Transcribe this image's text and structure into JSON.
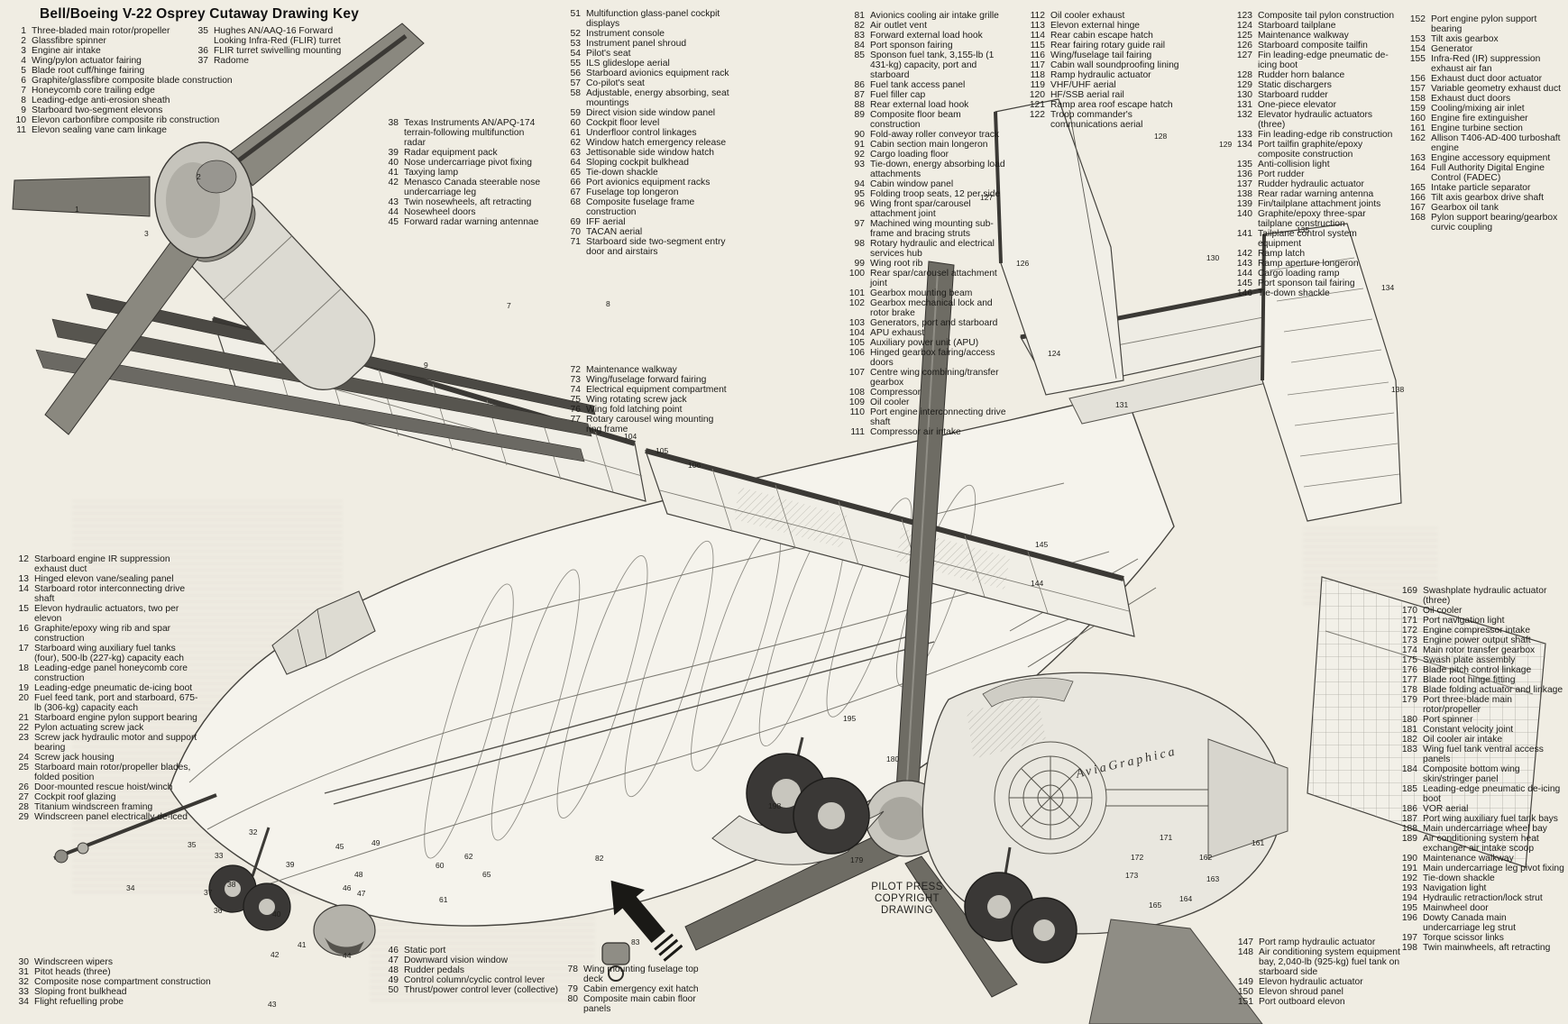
{
  "title": "Bell/Boeing V-22 Osprey Cutaway Drawing Key",
  "credit": {
    "lines": [
      "PILOT PRESS",
      "COPYRIGHT",
      "DRAWING"
    ]
  },
  "signature": "AviaGraphica",
  "colors": {
    "paper": "#f0ede3",
    "ink": "#1b1a17",
    "drawing_line": "#45433e",
    "blade_gray": "#6e6c64",
    "metal_gray": "#c9c7bf",
    "dark_detail": "#1a1916"
  },
  "key_groups": {
    "g01_11": {
      "items": [
        [
          1,
          "Three-bladed main rotor/propeller"
        ],
        [
          2,
          "Glassfibre spinner"
        ],
        [
          3,
          "Engine air intake"
        ],
        [
          4,
          "Wing/pylon actuator fairing"
        ],
        [
          5,
          "Blade root cuff/hinge fairing"
        ],
        [
          6,
          "Graphite/glassfibre composite blade construction"
        ],
        [
          7,
          "Honeycomb core trailing edge"
        ],
        [
          8,
          "Leading-edge anti-erosion sheath"
        ],
        [
          9,
          "Starboard two-segment elevons"
        ],
        [
          10,
          "Elevon carbonfibre composite rib construction"
        ],
        [
          11,
          "Elevon sealing vane cam linkage"
        ]
      ]
    },
    "g35_37": {
      "items": [
        [
          35,
          "Hughes AN/AAQ-16 Forward Looking Infra-Red (FLIR) turret"
        ],
        [
          36,
          "FLIR turret swivelling mounting"
        ],
        [
          37,
          "Radome"
        ]
      ]
    },
    "g38_45": {
      "items": [
        [
          38,
          "Texas Instruments AN/APQ-174 terrain-following multifunction radar"
        ],
        [
          39,
          "Radar equipment pack"
        ],
        [
          40,
          "Nose undercarriage pivot fixing"
        ],
        [
          41,
          "Taxying lamp"
        ],
        [
          42,
          "Menasco Canada steerable nose undercarriage leg"
        ],
        [
          43,
          "Twin nosewheels, aft retracting"
        ],
        [
          44,
          "Nosewheel doors"
        ],
        [
          45,
          "Forward radar warning antennae"
        ]
      ]
    },
    "g51_71": {
      "items": [
        [
          51,
          "Multifunction glass-panel cockpit displays"
        ],
        [
          52,
          "Instrument console"
        ],
        [
          53,
          "Instrument panel shroud"
        ],
        [
          54,
          "Pilot's seat"
        ],
        [
          55,
          "ILS glideslope aerial"
        ],
        [
          56,
          "Starboard avionics equipment rack"
        ],
        [
          57,
          "Co-pilot's seat"
        ],
        [
          58,
          "Adjustable, energy absorbing, seat mountings"
        ],
        [
          59,
          "Direct vision side window panel"
        ],
        [
          60,
          "Cockpit floor level"
        ],
        [
          61,
          "Underfloor control linkages"
        ],
        [
          62,
          "Window hatch emergency release"
        ],
        [
          63,
          "Jettisonable side window hatch"
        ],
        [
          64,
          "Sloping cockpit bulkhead"
        ],
        [
          65,
          "Tie-down shackle"
        ],
        [
          66,
          "Port avionics equipment racks"
        ],
        [
          67,
          "Fuselage top longeron"
        ],
        [
          68,
          "Composite fuselage frame construction"
        ],
        [
          69,
          "IFF aerial"
        ],
        [
          70,
          "TACAN aerial"
        ],
        [
          71,
          "Starboard side two-segment entry door and airstairs"
        ]
      ]
    },
    "g72_77": {
      "items": [
        [
          72,
          "Maintenance walkway"
        ],
        [
          73,
          "Wing/fuselage forward fairing"
        ],
        [
          74,
          "Electrical equipment compartment"
        ],
        [
          75,
          "Wing rotating screw jack"
        ],
        [
          76,
          "Wing fold latching point"
        ],
        [
          77,
          "Rotary carousel wing mounting ring frame"
        ]
      ]
    },
    "g81_111": {
      "items": [
        [
          81,
          "Avionics cooling air intake grille"
        ],
        [
          82,
          "Air outlet vent"
        ],
        [
          83,
          "Forward external load hook"
        ],
        [
          84,
          "Port sponson fairing"
        ],
        [
          85,
          "Sponson fuel tank, 3,155-lb (1 431-kg) capacity, port and starboard"
        ],
        [
          86,
          "Fuel tank access panel"
        ],
        [
          87,
          "Fuel filler cap"
        ],
        [
          88,
          "Rear external load hook"
        ],
        [
          89,
          "Composite floor beam construction"
        ],
        [
          90,
          "Fold-away roller conveyor track"
        ],
        [
          91,
          "Cabin section main longeron"
        ],
        [
          92,
          "Cargo loading floor"
        ],
        [
          93,
          "Tie-down, energy absorbing load attachments"
        ],
        [
          94,
          "Cabin window panel"
        ],
        [
          95,
          "Folding troop seats, 12 per side"
        ],
        [
          96,
          "Wing front spar/carousel attachment joint"
        ],
        [
          97,
          "Machined wing mounting sub-frame and bracing struts"
        ],
        [
          98,
          "Rotary hydraulic and electrical services hub"
        ],
        [
          99,
          "Wing root rib"
        ],
        [
          100,
          "Rear spar/carousel attachment joint"
        ],
        [
          101,
          "Gearbox mounting beam"
        ],
        [
          102,
          "Gearbox mechanical lock and rotor brake"
        ],
        [
          103,
          "Generators, port and starboard"
        ],
        [
          104,
          "APU exhaust"
        ],
        [
          105,
          "Auxiliary power unit (APU)"
        ],
        [
          106,
          "Hinged gearbox fairing/access doors"
        ],
        [
          107,
          "Centre wing combining/transfer gearbox"
        ],
        [
          108,
          "Compressor"
        ],
        [
          109,
          "Oil cooler"
        ],
        [
          110,
          "Port engine interconnecting drive shaft"
        ],
        [
          111,
          "Compressor air intake"
        ]
      ]
    },
    "g112_122": {
      "items": [
        [
          112,
          "Oil cooler exhaust"
        ],
        [
          113,
          "Elevon external hinge"
        ],
        [
          114,
          "Rear cabin escape hatch"
        ],
        [
          115,
          "Rear fairing rotary guide rail"
        ],
        [
          116,
          "Wing/fuselage tail fairing"
        ],
        [
          117,
          "Cabin wall soundproofing lining"
        ],
        [
          118,
          "Ramp hydraulic actuator"
        ],
        [
          119,
          "VHF/UHF aerial"
        ],
        [
          120,
          "HF/SSB aerial rail"
        ],
        [
          121,
          "Ramp area roof escape hatch"
        ],
        [
          122,
          "Troop commander's communications aerial"
        ]
      ]
    },
    "g123_146": {
      "items": [
        [
          123,
          "Composite tail pylon construction"
        ],
        [
          124,
          "Starboard tailplane"
        ],
        [
          125,
          "Maintenance walkway"
        ],
        [
          126,
          "Starboard composite tailfin"
        ],
        [
          127,
          "Fin leading-edge pneumatic de-icing boot"
        ],
        [
          128,
          "Rudder horn balance"
        ],
        [
          129,
          "Static dischargers"
        ],
        [
          130,
          "Starboard rudder"
        ],
        [
          131,
          "One-piece elevator"
        ],
        [
          132,
          "Elevator hydraulic actuators (three)"
        ],
        [
          133,
          "Fin leading-edge rib construction"
        ],
        [
          134,
          "Port tailfin graphite/epoxy composite construction"
        ],
        [
          135,
          "Anti-collision light"
        ],
        [
          136,
          "Port rudder"
        ],
        [
          137,
          "Rudder hydraulic actuator"
        ],
        [
          138,
          "Rear radar warning antenna"
        ],
        [
          139,
          "Fin/tailplane attachment joints"
        ],
        [
          140,
          "Graphite/epoxy three-spar tailplane construction"
        ],
        [
          141,
          "Tailplane control system equipment"
        ],
        [
          142,
          "Ramp latch"
        ],
        [
          143,
          "Ramp aperture longeron"
        ],
        [
          144,
          "Cargo loading ramp"
        ],
        [
          145,
          "Port sponson tail fairing"
        ],
        [
          146,
          "Tie-down shackle"
        ]
      ]
    },
    "g152_168": {
      "items": [
        [
          152,
          "Port engine pylon support bearing"
        ],
        [
          153,
          "Tilt axis gearbox"
        ],
        [
          154,
          "Generator"
        ],
        [
          155,
          "Infra-Red (IR) suppression exhaust air fan"
        ],
        [
          156,
          "Exhaust duct door actuator"
        ],
        [
          157,
          "Variable geometry exhaust duct"
        ],
        [
          158,
          "Exhaust duct doors"
        ],
        [
          159,
          "Cooling/mixing air inlet"
        ],
        [
          160,
          "Engine fire extinguisher"
        ],
        [
          161,
          "Engine turbine section"
        ],
        [
          162,
          "Allison T406-AD-400 turboshaft engine"
        ],
        [
          163,
          "Engine accessory equipment"
        ],
        [
          164,
          "Full Authority Digital Engine Control (FADEC)"
        ],
        [
          165,
          "Intake particle separator"
        ],
        [
          166,
          "Tilt axis gearbox drive shaft"
        ],
        [
          167,
          "Gearbox oil tank"
        ],
        [
          168,
          "Pylon support bearing/gearbox curvic coupling"
        ]
      ]
    },
    "g169_198": {
      "items": [
        [
          169,
          "Swashplate hydraulic actuator (three)"
        ],
        [
          170,
          "Oil cooler"
        ],
        [
          171,
          "Port navigation light"
        ],
        [
          172,
          "Engine compressor intake"
        ],
        [
          173,
          "Engine power output shaft"
        ],
        [
          174,
          "Main rotor transfer gearbox"
        ],
        [
          175,
          "Swash plate assembly"
        ],
        [
          176,
          "Blade pitch control linkage"
        ],
        [
          177,
          "Blade root hinge fitting"
        ],
        [
          178,
          "Blade folding actuator and linkage"
        ],
        [
          179,
          "Port three-blade main rotor/propeller"
        ],
        [
          180,
          "Port spinner"
        ],
        [
          181,
          "Constant velocity joint"
        ],
        [
          182,
          "Oil cooler air intake"
        ],
        [
          183,
          "Wing fuel tank ventral access panels"
        ],
        [
          184,
          "Composite bottom wing skin/stringer panel"
        ],
        [
          185,
          "Leading-edge pneumatic de-icing boot"
        ],
        [
          186,
          "VOR aerial"
        ],
        [
          187,
          "Port wing auxiliary fuel tank bays"
        ],
        [
          188,
          "Main undercarriage wheel bay"
        ],
        [
          189,
          "Air conditioning system heat exchanger air intake scoop"
        ],
        [
          190,
          "Maintenance walkway"
        ],
        [
          191,
          "Main undercarriage leg pivot fixing"
        ],
        [
          192,
          "Tie-down shackle"
        ],
        [
          193,
          "Navigation light"
        ],
        [
          194,
          "Hydraulic retraction/lock strut"
        ],
        [
          195,
          "Mainwheel door"
        ],
        [
          196,
          "Dowty Canada main undercarriage leg strut"
        ],
        [
          197,
          "Torque scissor links"
        ],
        [
          198,
          "Twin mainwheels, aft retracting"
        ]
      ]
    },
    "g12_29": {
      "items": [
        [
          12,
          "Starboard engine IR suppression exhaust duct"
        ],
        [
          13,
          "Hinged elevon vane/sealing panel"
        ],
        [
          14,
          "Starboard rotor interconnecting drive shaft"
        ],
        [
          15,
          "Elevon hydraulic actuators, two per elevon"
        ],
        [
          16,
          "Graphite/epoxy wing rib and spar construction"
        ],
        [
          17,
          "Starboard wing auxiliary fuel tanks (four), 500-lb (227-kg) capacity each"
        ],
        [
          18,
          "Leading-edge panel honeycomb core construction"
        ],
        [
          19,
          "Leading-edge pneumatic de-icing boot"
        ],
        [
          20,
          "Fuel feed tank, port and starboard, 675-lb (306-kg) capacity each"
        ],
        [
          21,
          "Starboard engine pylon support bearing"
        ],
        [
          22,
          "Pylon actuating screw jack"
        ],
        [
          23,
          "Screw jack hydraulic motor and support bearing"
        ],
        [
          24,
          "Screw jack housing"
        ],
        [
          25,
          "Starboard main rotor/propeller blades, folded position"
        ],
        [
          26,
          "Door-mounted rescue hoist/winch"
        ],
        [
          27,
          "Cockpit roof glazing"
        ],
        [
          28,
          "Titanium windscreen framing"
        ],
        [
          29,
          "Windscreen panel electrically de-iced"
        ]
      ]
    },
    "g30_34": {
      "items": [
        [
          30,
          "Windscreen wipers"
        ],
        [
          31,
          "Pitot heads (three)"
        ],
        [
          32,
          "Composite nose compartment construction"
        ],
        [
          33,
          "Sloping front bulkhead"
        ],
        [
          34,
          "Flight refuelling probe"
        ]
      ]
    },
    "g46_50": {
      "items": [
        [
          46,
          "Static port"
        ],
        [
          47,
          "Downward vision window"
        ],
        [
          48,
          "Rudder pedals"
        ],
        [
          49,
          "Control column/cyclic control lever"
        ],
        [
          50,
          "Thrust/power control lever (collective)"
        ]
      ]
    },
    "g78_80": {
      "items": [
        [
          78,
          "Wing mounting fuselage top deck"
        ],
        [
          79,
          "Cabin emergency exit hatch"
        ],
        [
          80,
          "Composite main cabin floor panels"
        ]
      ]
    },
    "g147_151": {
      "items": [
        [
          147,
          "Port ramp hydraulic actuator"
        ],
        [
          148,
          "Air conditioning system equipment bay, 2,040-lb (925-kg) fuel tank on starboard side"
        ],
        [
          149,
          "Elevon hydraulic actuator"
        ],
        [
          150,
          "Elevon shroud panel"
        ],
        [
          151,
          "Port outboard elevon"
        ]
      ]
    }
  },
  "drawing": {
    "subject": "Bell/Boeing V-22 Osprey cutaway line drawing",
    "callouts": [
      [
        1,
        83,
        235
      ],
      [
        2,
        218,
        199
      ],
      [
        3,
        160,
        262
      ],
      [
        7,
        562,
        342
      ],
      [
        8,
        672,
        340
      ],
      [
        9,
        470,
        408
      ],
      [
        32,
        276,
        926
      ],
      [
        33,
        238,
        952
      ],
      [
        34,
        140,
        988
      ],
      [
        35,
        208,
        940
      ],
      [
        36,
        237,
        1013
      ],
      [
        37,
        226,
        993
      ],
      [
        38,
        252,
        984
      ],
      [
        39,
        317,
        962
      ],
      [
        40,
        302,
        1017
      ],
      [
        41,
        330,
        1051
      ],
      [
        42,
        300,
        1062
      ],
      [
        43,
        297,
        1117
      ],
      [
        44,
        380,
        1063
      ],
      [
        45,
        372,
        942
      ],
      [
        46,
        380,
        988
      ],
      [
        47,
        396,
        994
      ],
      [
        48,
        393,
        973
      ],
      [
        49,
        412,
        938
      ],
      [
        60,
        483,
        963
      ],
      [
        61,
        487,
        1001
      ],
      [
        62,
        515,
        953
      ],
      [
        65,
        535,
        973
      ],
      [
        82,
        660,
        955
      ],
      [
        83,
        700,
        1048
      ],
      [
        104,
        692,
        487
      ],
      [
        105,
        727,
        503
      ],
      [
        106,
        763,
        519
      ],
      [
        124,
        1162,
        395
      ],
      [
        126,
        1127,
        295
      ],
      [
        127,
        1087,
        222
      ],
      [
        128,
        1280,
        154
      ],
      [
        129,
        1352,
        163
      ],
      [
        130,
        1338,
        289
      ],
      [
        131,
        1237,
        452
      ],
      [
        134,
        1532,
        322
      ],
      [
        135,
        1438,
        258
      ],
      [
        138,
        1543,
        435
      ],
      [
        144,
        1143,
        650
      ],
      [
        145,
        1148,
        607
      ],
      [
        161,
        1388,
        938
      ],
      [
        162,
        1330,
        954
      ],
      [
        163,
        1338,
        978
      ],
      [
        164,
        1308,
        1000
      ],
      [
        165,
        1274,
        1007
      ],
      [
        171,
        1286,
        932
      ],
      [
        172,
        1254,
        954
      ],
      [
        173,
        1248,
        974
      ],
      [
        179,
        943,
        957
      ],
      [
        180,
        983,
        845
      ],
      [
        195,
        935,
        800
      ],
      [
        198,
        852,
        897
      ]
    ]
  }
}
